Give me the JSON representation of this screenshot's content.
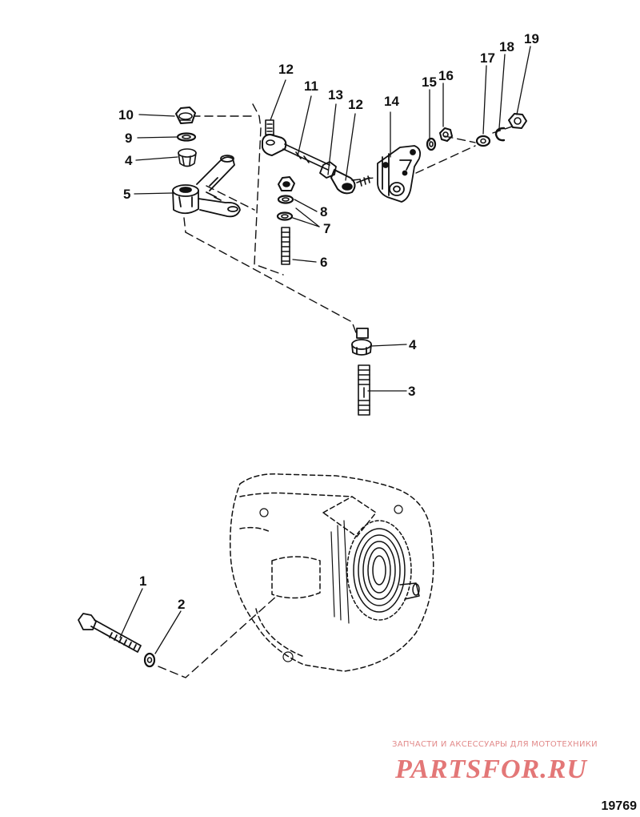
{
  "callouts": {
    "c10": "10",
    "c9": "9",
    "c4a": "4",
    "c5": "5",
    "c12a": "12",
    "c11": "11",
    "c13": "13",
    "c12b": "12",
    "c14": "14",
    "c15": "15",
    "c16": "16",
    "c17": "17",
    "c18": "18",
    "c19": "19",
    "c8": "8",
    "c7": "7",
    "c6": "6",
    "c4b": "4",
    "c3": "3",
    "c1": "1",
    "c2": "2"
  },
  "reference_number": "19769",
  "watermark": {
    "caption": "ЗАПЧАСТИ И АКСЕССУАРЫ ДЛЯ МОТОТЕХНИКИ",
    "logo": "PARTSFOR.RU",
    "color": "#e37777"
  },
  "colors": {
    "ink": "#111111",
    "background": "#ffffff"
  }
}
